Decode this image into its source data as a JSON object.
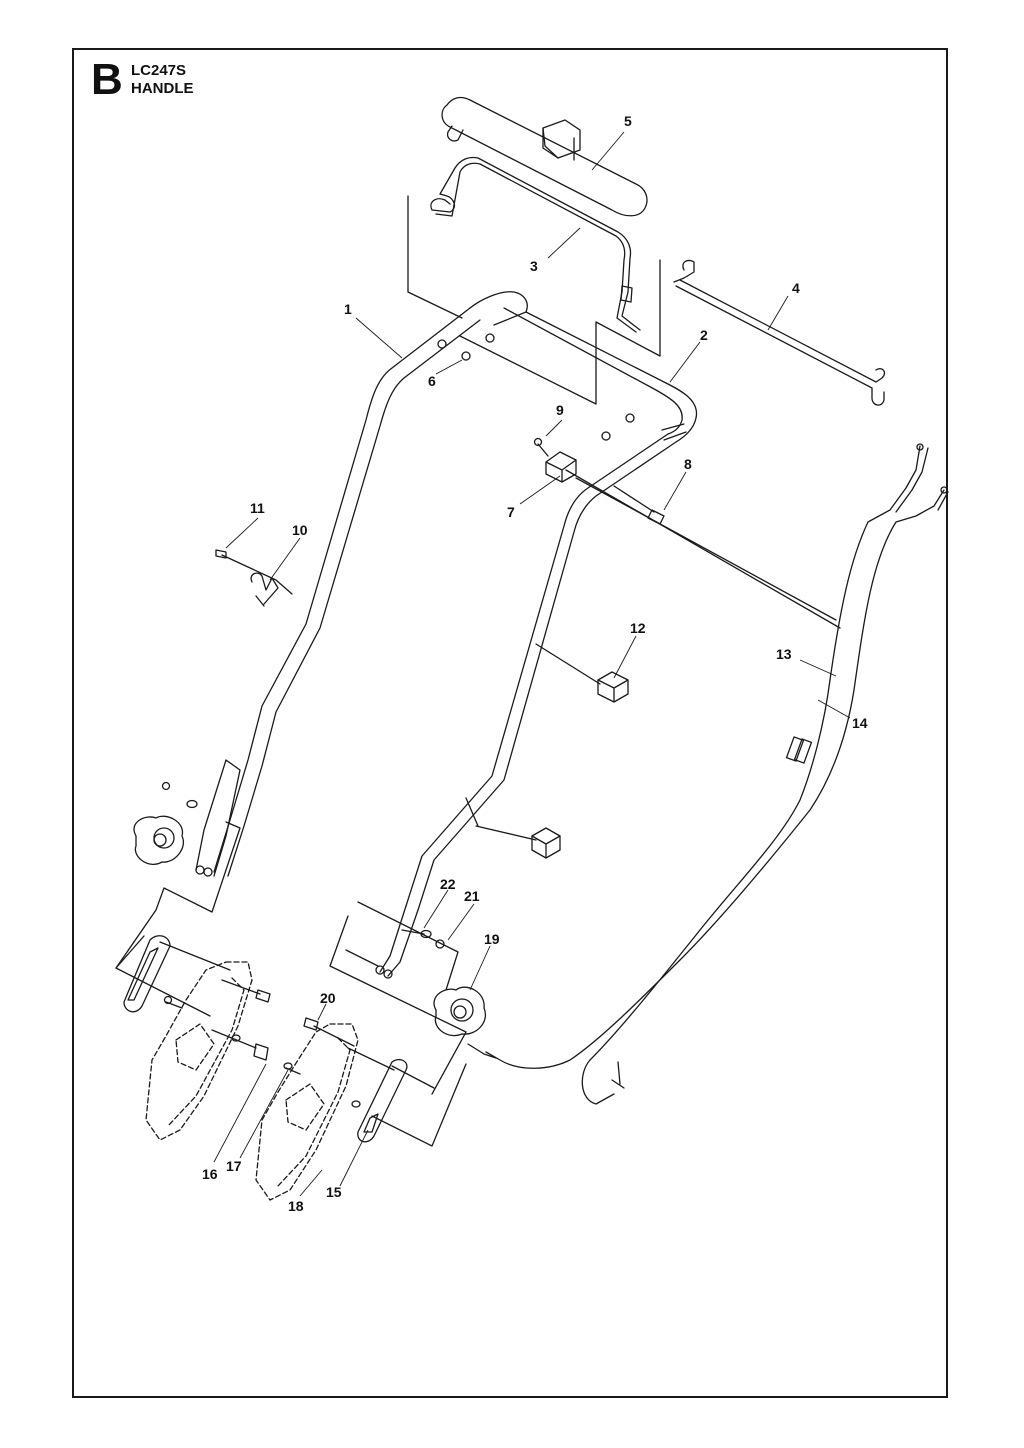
{
  "header": {
    "section_letter": "B",
    "model": "LC247S",
    "section_name": "HANDLE"
  },
  "callouts": {
    "c1": "1",
    "c2": "2",
    "c3": "3",
    "c4": "4",
    "c5": "5",
    "c6": "6",
    "c7": "7",
    "c8": "8",
    "c9": "9",
    "c10": "10",
    "c11": "11",
    "c12": "12",
    "c13": "13",
    "c14": "14",
    "c15": "15",
    "c16": "16",
    "c17": "17",
    "c18": "18",
    "c19": "19",
    "c20": "20",
    "c21": "21",
    "c22": "22"
  },
  "colors": {
    "line": "#1a1a1a",
    "background": "#ffffff"
  }
}
